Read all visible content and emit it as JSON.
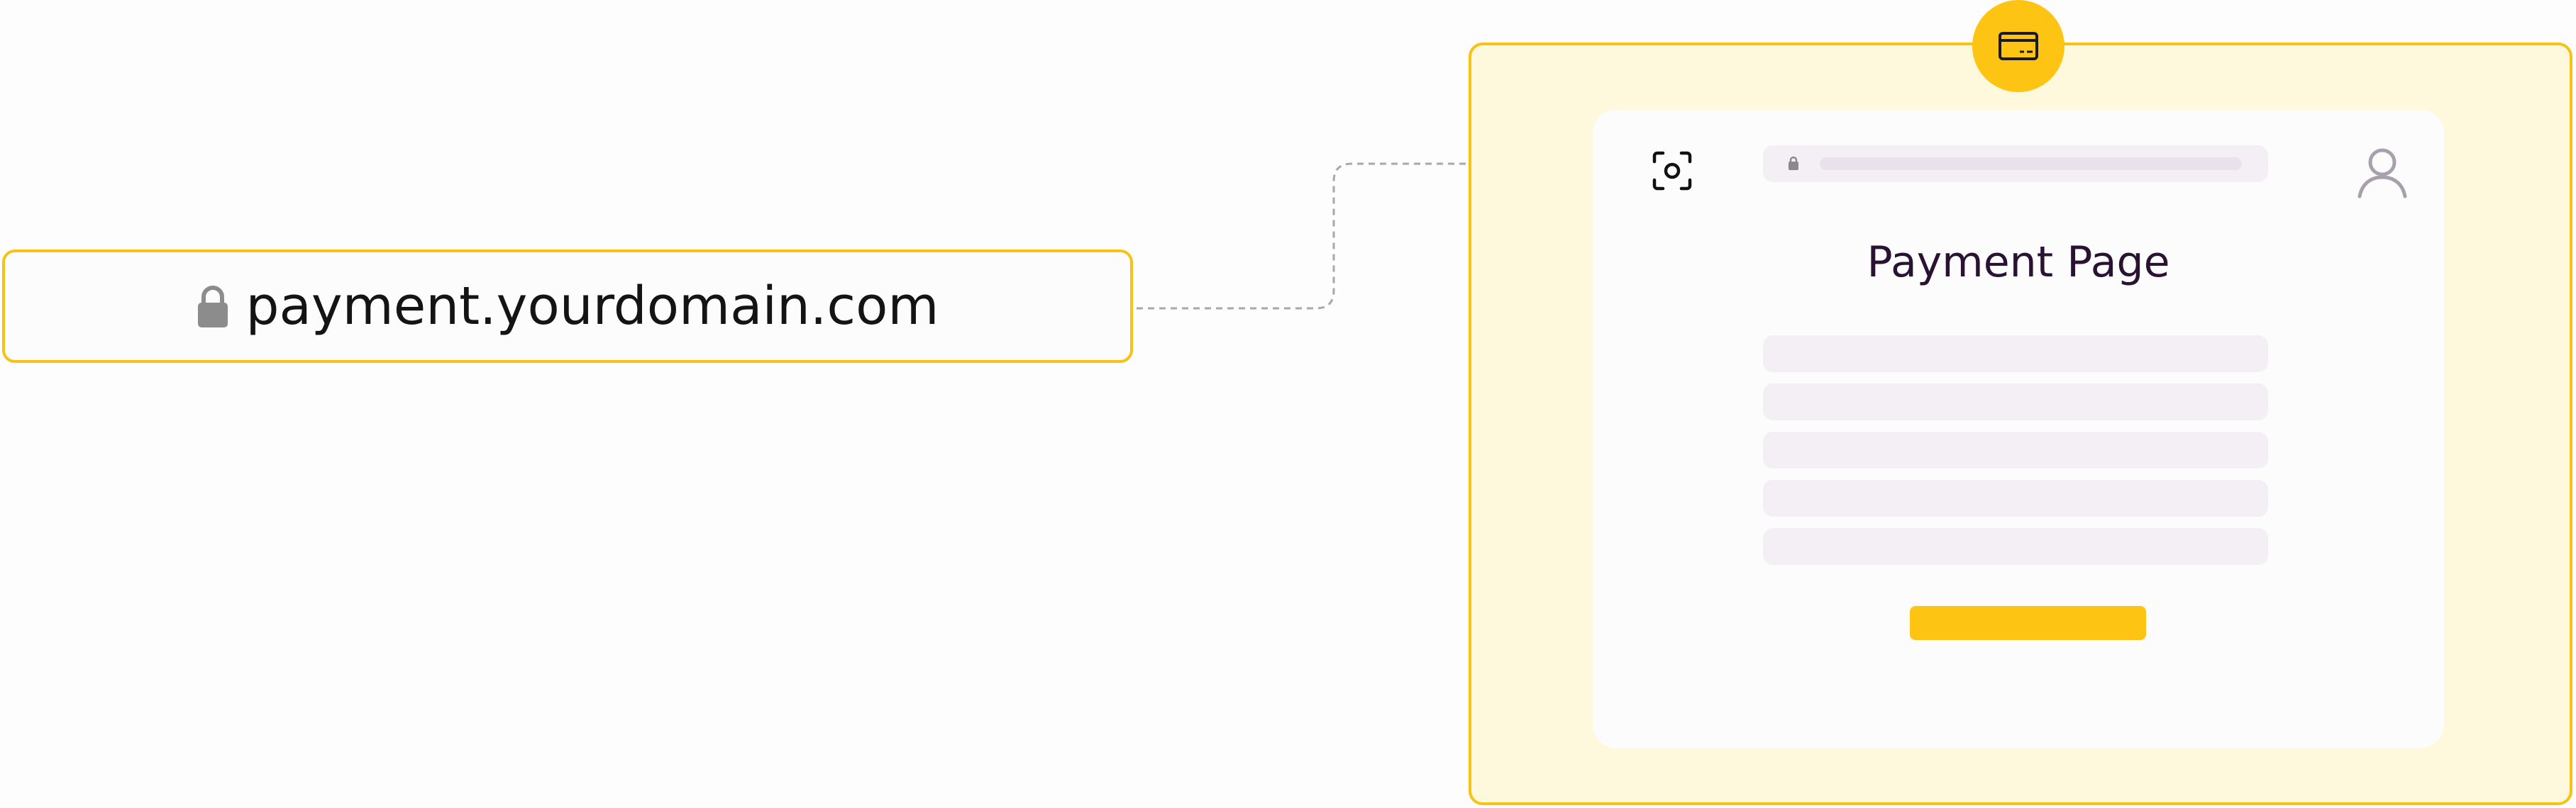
{
  "url_box": {
    "domain": "payment.yourdomain.com",
    "icon": "lock-icon"
  },
  "panel": {
    "badge_icon": "credit-card-icon",
    "scan_icon": "scan-focus-icon",
    "user_icon": "user-icon",
    "address_lock_icon": "lock-icon",
    "title": "Payment Page",
    "form_field_count": 5
  },
  "colors": {
    "accent": "#fec414",
    "accent_border": "#f8c213",
    "panel_bg": "#fef8dc",
    "field_bg": "#f3eff5",
    "title_text": "#2a1233",
    "domain_text": "#141414",
    "lock_gray": "#8c8c8c"
  }
}
